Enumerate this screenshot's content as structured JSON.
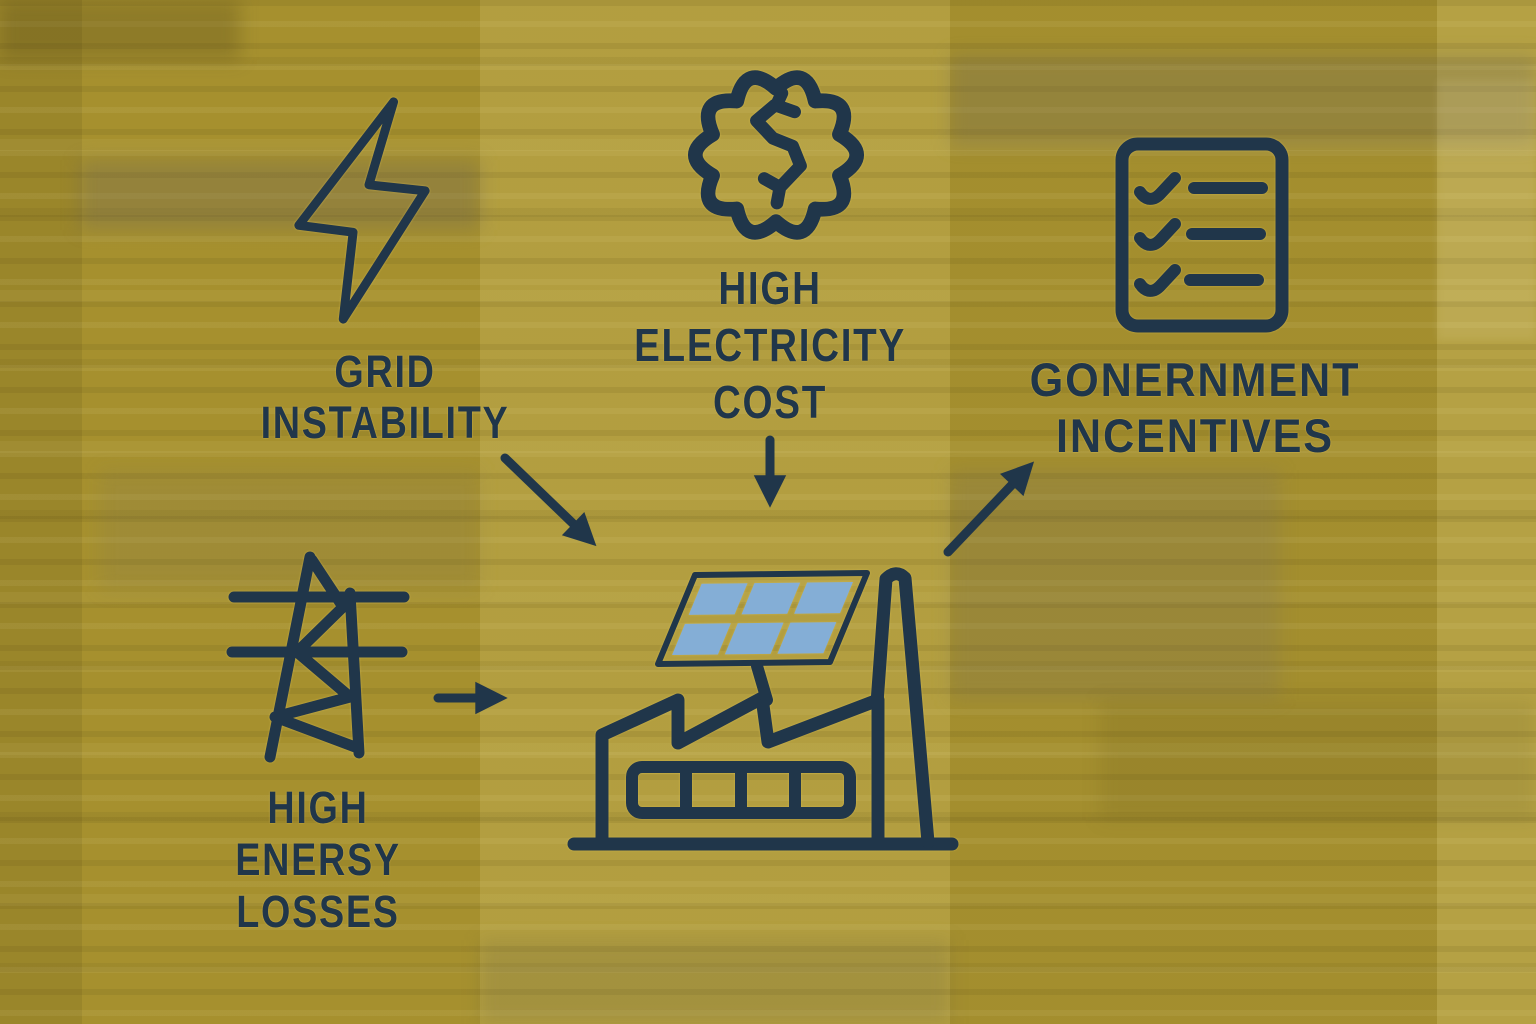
{
  "diagram": {
    "description": "Solar energy adoption drivers infographic",
    "nodes": {
      "grid_instability": {
        "line1": "GRID",
        "line2": "INSTABILITY",
        "icon": "lightning-bolt"
      },
      "high_electricity_cost": {
        "line1": "HIGH",
        "line2": "ELECTRICITY",
        "line3": "COST",
        "icon": "dollar-gear-badge"
      },
      "government_incentives": {
        "line1": "GONERNMENT",
        "line2": "INCENTIVES",
        "icon": "checklist-document"
      },
      "high_energy_losses": {
        "line1": "HIGH",
        "line2": "ENERSY",
        "line3": "LOSSES",
        "icon": "transmission-tower"
      },
      "solar_factory": {
        "icon": "solar-panel-factory"
      }
    },
    "arrows": [
      {
        "from": "grid_instability",
        "to": "solar_factory",
        "direction": "down-right"
      },
      {
        "from": "high_electricity_cost",
        "to": "solar_factory",
        "direction": "down"
      },
      {
        "from": "high_energy_losses",
        "to": "solar_factory",
        "direction": "right"
      },
      {
        "from": "solar_factory",
        "to": "government_incentives",
        "direction": "up-right"
      }
    ],
    "colors": {
      "background_gold": "#aa9430",
      "ink_navy": "#20364a",
      "bolt_yellow": "#f3d43e",
      "panel_blue": "#84aed6"
    }
  }
}
